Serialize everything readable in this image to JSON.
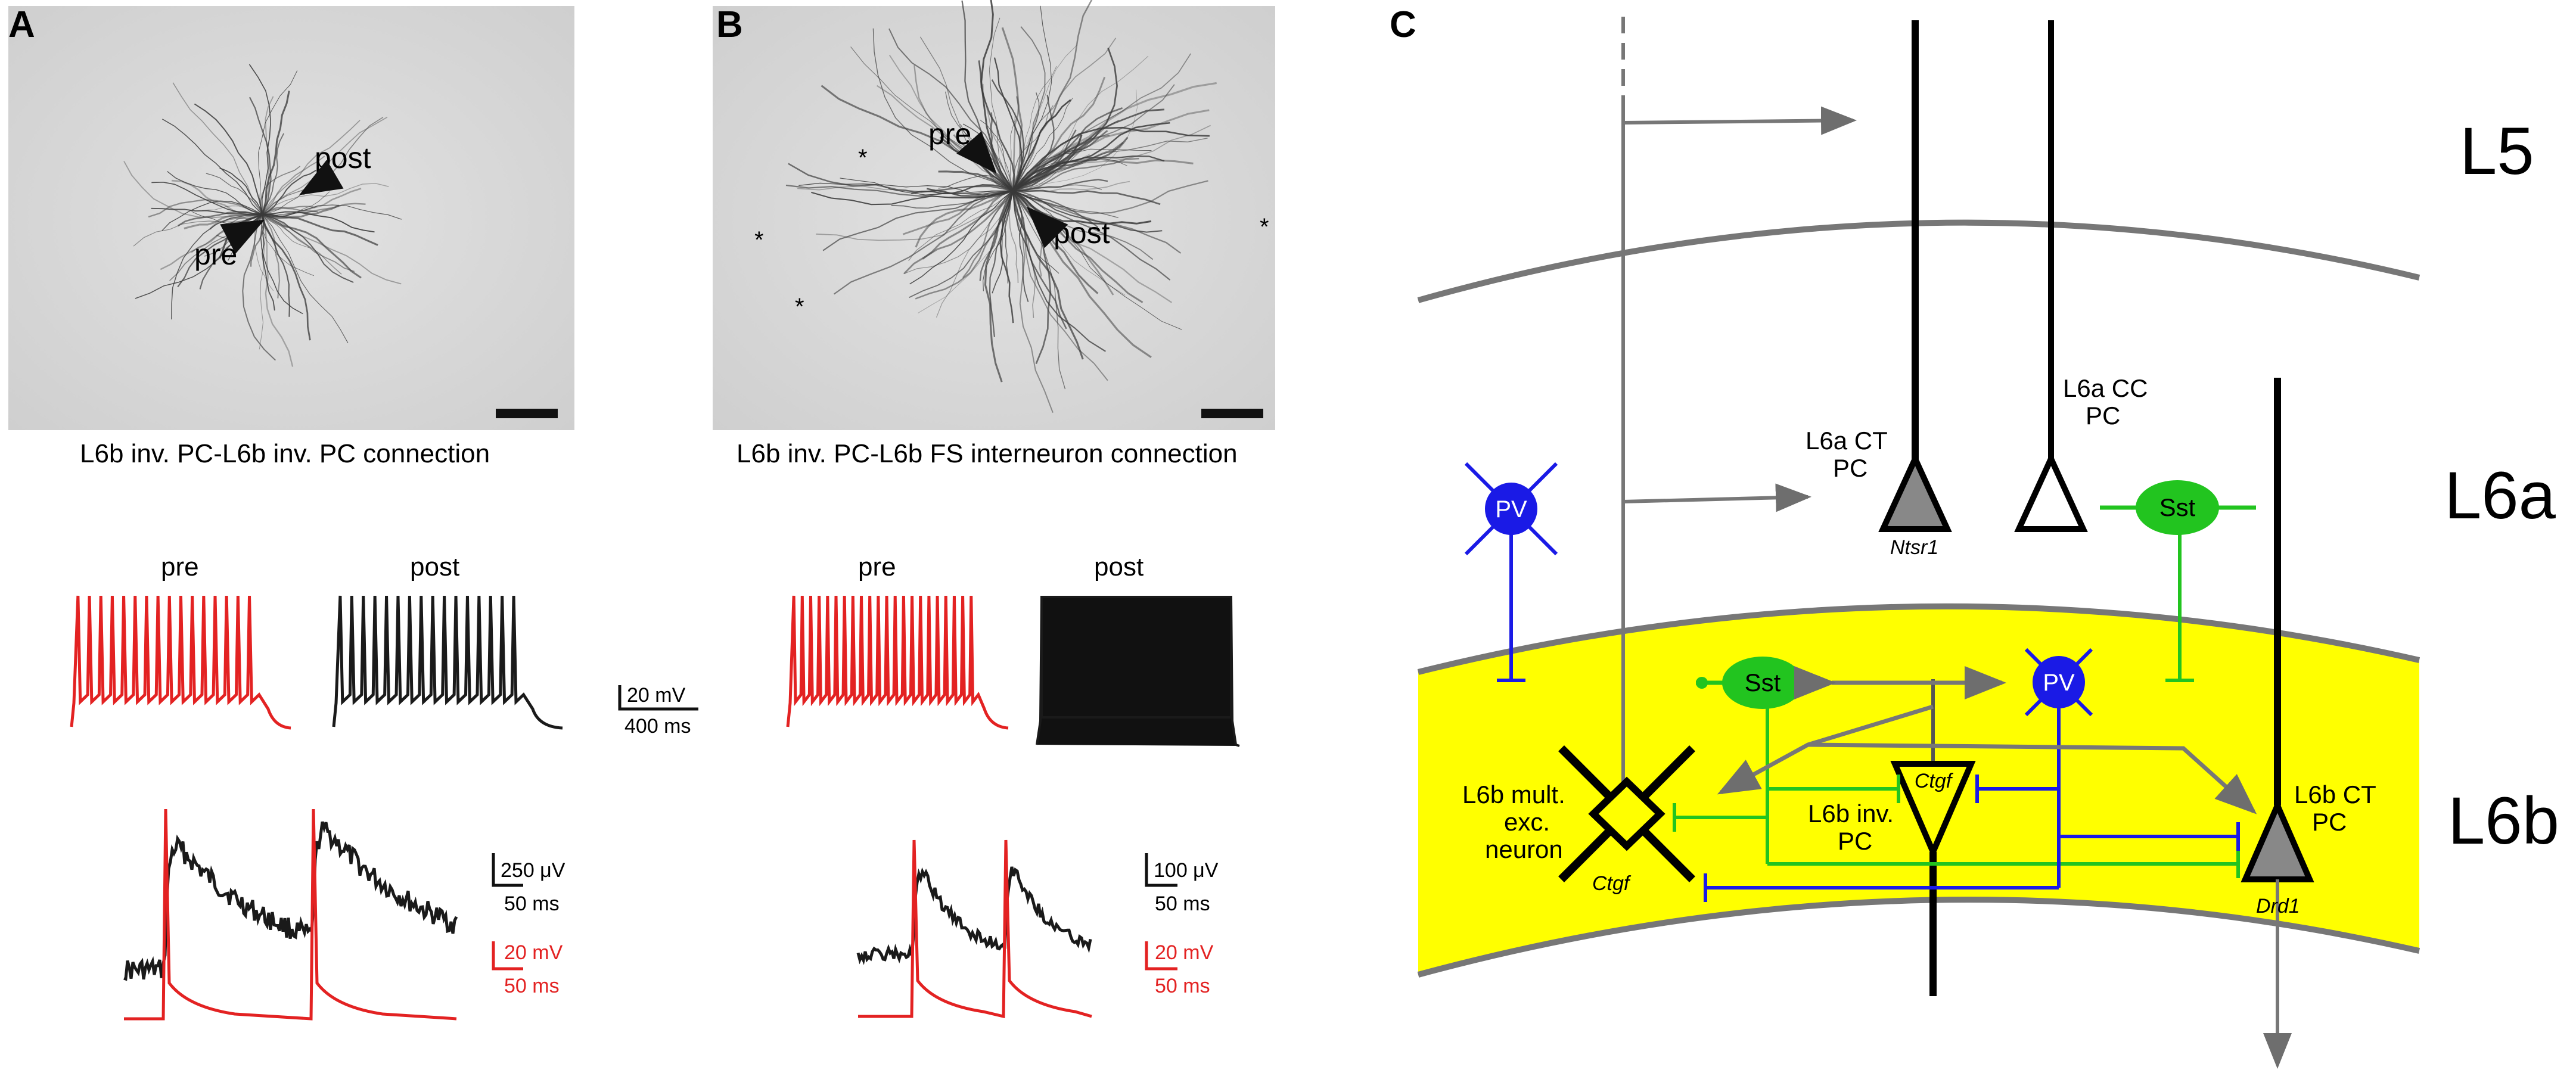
{
  "panels": {
    "A": {
      "letter": "A",
      "caption": "L6b inv. PC-L6b inv. PC connection",
      "photo_labels": {
        "pre": "pre",
        "post": "post"
      },
      "trace_labels": {
        "pre": "pre",
        "post": "post"
      },
      "spike_scale": {
        "voltage": "20 mV",
        "time": "400 ms"
      },
      "epsp_scale": {
        "black_amplitude": "250 μV",
        "black_time": "50 ms",
        "red_amplitude": "20 mV",
        "red_time": "50 ms"
      }
    },
    "B": {
      "letter": "B",
      "caption": "L6b inv. PC-L6b FS interneuron connection",
      "photo_labels": {
        "pre": "pre",
        "post": "post"
      },
      "trace_labels": {
        "pre": "pre",
        "post": "post"
      },
      "epsp_scale": {
        "black_amplitude": "100 μV",
        "black_time": "50 ms",
        "red_amplitude": "20 mV",
        "red_time": "50 ms"
      }
    },
    "C": {
      "letter": "C",
      "layers": {
        "l5": "L5",
        "l6a": "L6a",
        "l6b": "L6b"
      },
      "cells": {
        "l6a_ct": {
          "line1": "L6a CT",
          "line2": "PC",
          "marker": "Ntsr1"
        },
        "l6a_cc": {
          "line1": "L6a CC",
          "line2": "PC"
        },
        "pv": "PV",
        "sst": "Sst",
        "l6b_mult": {
          "line1": "L6b mult.",
          "line2": "exc.",
          "line3": "neuron",
          "marker": "Ctgf"
        },
        "l6b_inv": {
          "line1": "L6b inv.",
          "line2": "PC",
          "marker": "Ctgf"
        },
        "l6b_ct": {
          "line1": "L6b CT",
          "line2": "PC",
          "marker": "Drd1"
        }
      }
    }
  },
  "colors": {
    "red_trace": "#e32222",
    "black_trace": "#1a1a1a",
    "l6b_fill": "#ffff00",
    "pv_blue": "#1a1ae6",
    "sst_green": "#22c41f",
    "arrow_gray": "#6e6e6e",
    "cell_gray": "#888888"
  }
}
